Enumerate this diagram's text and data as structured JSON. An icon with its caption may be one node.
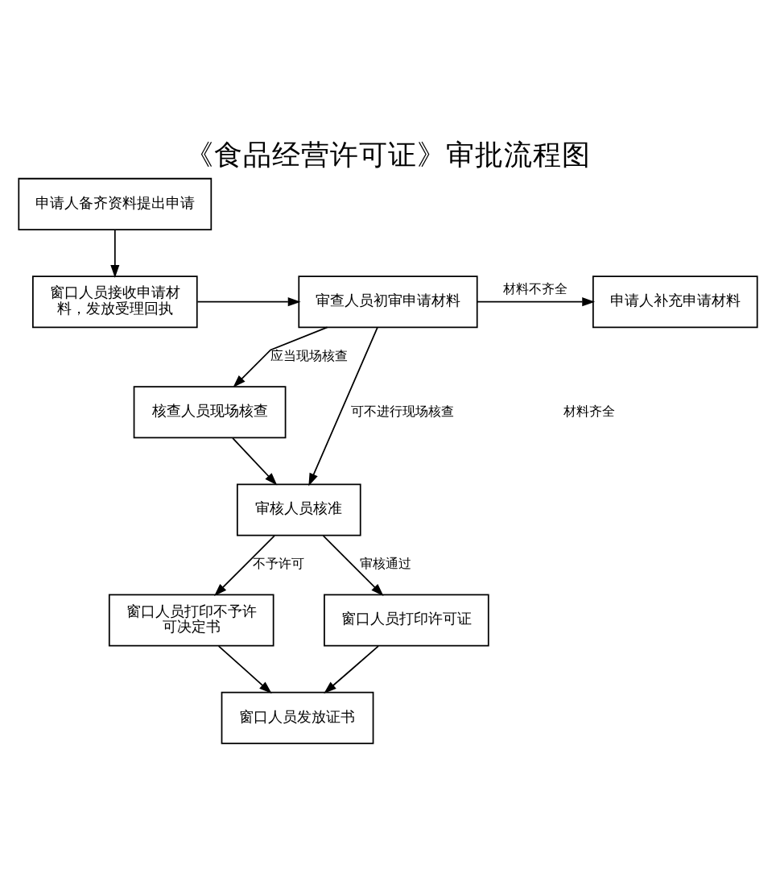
{
  "diagram": {
    "title": "《食品经营许可证》审批流程图",
    "nodes": [
      {
        "text": [
          "申请人备齐资料提出申请"
        ]
      },
      {
        "text": [
          "窗口人员接收申请材料，发放受理回执"
        ]
      },
      {
        "text": [
          "审查人员初审申请材料"
        ]
      },
      {
        "text": [
          "申请人补充申请材料"
        ]
      },
      {
        "text": [
          "核查人员现场核查"
        ]
      },
      {
        "text": [
          "审核人员核准"
        ]
      },
      {
        "text": [
          "窗口人员打印不予许可决定书"
        ]
      },
      {
        "text": [
          "窗口人员打印许可证"
        ]
      },
      {
        "text": [
          "窗口人员发放证书"
        ]
      }
    ],
    "edges": [
      {
        "from": 0,
        "to": 1,
        "arrow": "to"
      },
      {
        "from": 1,
        "to": 2,
        "arrow": "to"
      },
      {
        "from": 2,
        "to": 3,
        "arrow": "to",
        "label": "材料不齐全"
      },
      {
        "from": 2,
        "to": 4,
        "arrow": "to",
        "label": "应当现场核查"
      },
      {
        "from": 2,
        "to": 5,
        "arrow": "to",
        "label": "可不进行现场核查"
      },
      {
        "from": 4,
        "to": 5,
        "arrow": "to"
      },
      {
        "from": 5,
        "to": 6,
        "arrow": "to",
        "label": "不予许可"
      },
      {
        "from": 5,
        "to": 7,
        "arrow": "to",
        "label": "审核通过"
      },
      {
        "from": 6,
        "to": 8,
        "arrow": "to"
      },
      {
        "from": 7,
        "to": 8,
        "arrow": "to"
      }
    ],
    "labels": [
      "材料齐全"
    ]
  }
}
